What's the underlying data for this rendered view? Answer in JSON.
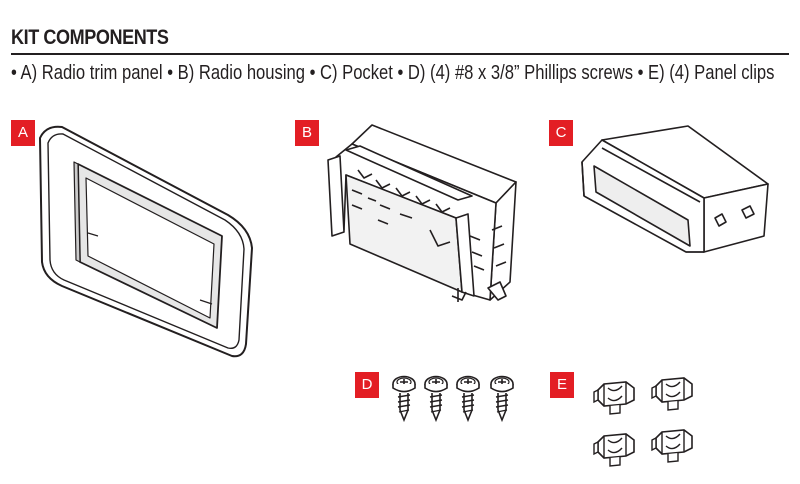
{
  "header": {
    "title": "KIT COMPONENTS",
    "subtitle": "• A) Radio trim panel • B) Radio housing • C) Pocket • D) (4) #8 x 3/8” Phillips screws • E) (4) Panel clips"
  },
  "components": [
    {
      "letter": "A",
      "icon": "radio-trim-panel-icon"
    },
    {
      "letter": "B",
      "icon": "radio-housing-icon"
    },
    {
      "letter": "C",
      "icon": "pocket-icon"
    },
    {
      "letter": "D",
      "icon": "screw-icon"
    },
    {
      "letter": "E",
      "icon": "panel-clip-icon"
    }
  ],
  "colors": {
    "accent": "#e31e24",
    "ink": "#231f20"
  }
}
